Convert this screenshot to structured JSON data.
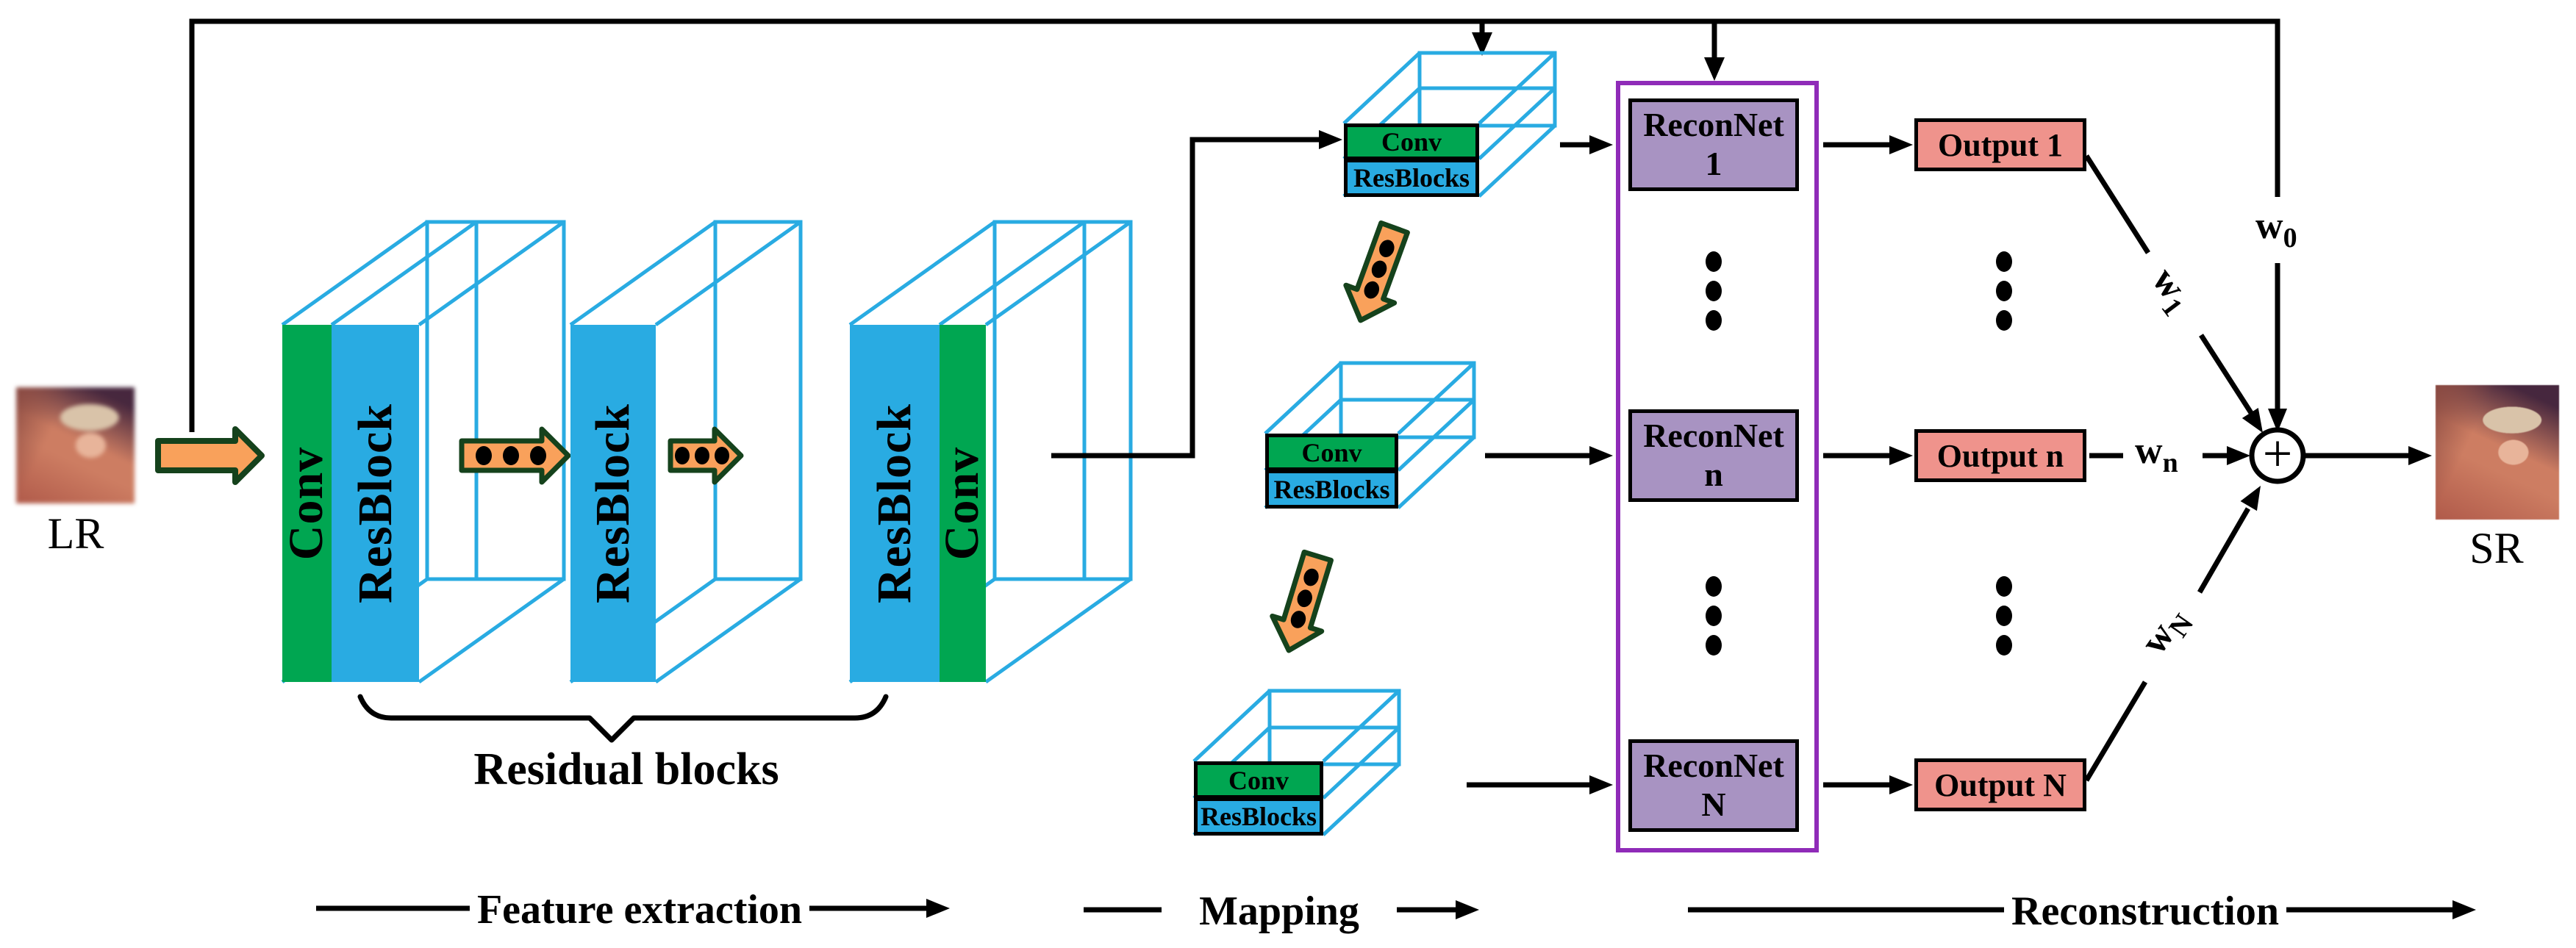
{
  "io": {
    "lr_label": "LR",
    "sr_label": "SR"
  },
  "feature_extraction": {
    "section_label": "Feature extraction",
    "brace_label": "Residual blocks",
    "block1": {
      "conv": "Conv",
      "res": "ResBlock"
    },
    "block2": {
      "res": "ResBlock"
    },
    "block3": {
      "res": "ResBlock",
      "conv": "Conv"
    }
  },
  "mapping": {
    "section_label": "Mapping",
    "units": [
      {
        "conv": "Conv",
        "res": "ResBlocks"
      },
      {
        "conv": "Conv",
        "res": "ResBlocks"
      },
      {
        "conv": "Conv",
        "res": "ResBlocks"
      }
    ]
  },
  "reconstruction": {
    "section_label": "Reconstruction",
    "reconnets": [
      {
        "line1": "ReconNet",
        "line2": "1"
      },
      {
        "line1": "ReconNet",
        "line2": "n"
      },
      {
        "line1": "ReconNet",
        "line2": "N"
      }
    ],
    "outputs": [
      {
        "label": "Output 1"
      },
      {
        "label": "Output n"
      },
      {
        "label": "Output N"
      }
    ]
  },
  "weights": {
    "w0": {
      "base": "w",
      "sub": "0"
    },
    "w1": {
      "base": "w",
      "sub": "1"
    },
    "wn": {
      "base": "w",
      "sub": "n"
    },
    "wN": {
      "base": "w",
      "sub": "N"
    }
  },
  "sum": {
    "symbol": "+"
  },
  "colors": {
    "wireframe": "#29ABE2",
    "conv_green": "#00A651",
    "resblock_blue": "#29ABE2",
    "arrow_orange": "#F9A15B",
    "arrow_border_green": "#15421C",
    "reconnet_mauve": "#A893C2",
    "output_salmon": "#EF938C",
    "container_purple": "#8F2BB8"
  }
}
